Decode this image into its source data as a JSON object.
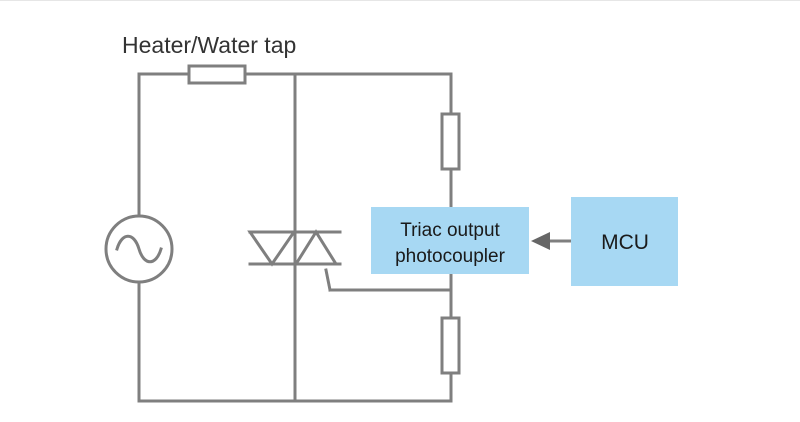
{
  "labels": {
    "load": "Heater/Water tap",
    "photocoupler_line1": "Triac output",
    "photocoupler_line2": "photocoupler",
    "mcu": "MCU"
  },
  "colors": {
    "wire": "#7f7f7f",
    "box_fill": "#a7d8f3",
    "text": "#333333"
  },
  "icons": {
    "ac_source": "ac-source-icon",
    "resistor": "resistor-icon",
    "triac": "triac-icon",
    "arrow": "arrow-left-icon"
  }
}
